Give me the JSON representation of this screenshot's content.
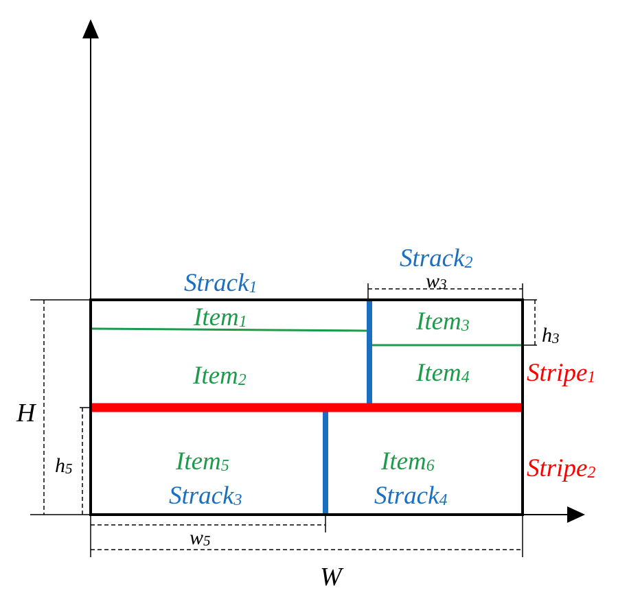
{
  "colors": {
    "strack": "#1a6fc0",
    "item": "#1e9b4a",
    "stripe": "#ff0000",
    "border": "#000000"
  },
  "labels": {
    "strack1": {
      "base": "Strack",
      "sub": "1"
    },
    "strack2": {
      "base": "Strack",
      "sub": "2"
    },
    "strack3": {
      "base": "Strack",
      "sub": "3"
    },
    "strack4": {
      "base": "Strack",
      "sub": "4"
    },
    "item1": {
      "base": "Item",
      "sub": "1"
    },
    "item2": {
      "base": "Item",
      "sub": "2"
    },
    "item3": {
      "base": "Item",
      "sub": "3"
    },
    "item4": {
      "base": "Item",
      "sub": "4"
    },
    "item5": {
      "base": "Item",
      "sub": "5"
    },
    "item6": {
      "base": "Item",
      "sub": "6"
    },
    "stripe1": {
      "base": "Stripe",
      "sub": "1"
    },
    "stripe2": {
      "base": "Stripe",
      "sub": "2"
    },
    "w3": {
      "base": "w",
      "sub": "3"
    },
    "h3": {
      "base": "h",
      "sub": "3"
    },
    "h5": {
      "base": "h",
      "sub": "5"
    },
    "w5": {
      "base": "w",
      "sub": "5"
    },
    "H": "H",
    "W": "W"
  }
}
